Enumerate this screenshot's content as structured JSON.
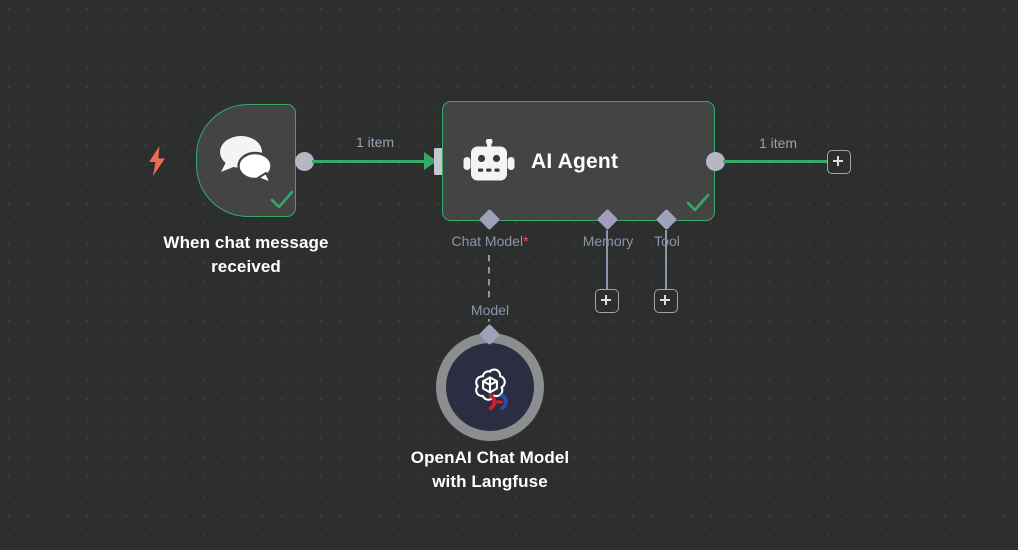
{
  "canvas": {
    "background_color": "#2d2e2e",
    "grid_dot_color": "#3b3c3c",
    "accent_success": "#36a96a",
    "connector_color": "#8f94ab",
    "required_marker_color": "#ff4d4d"
  },
  "nodes": {
    "trigger": {
      "label": "When chat message\nreceived",
      "icon": "chat-bubbles-icon",
      "trigger_icon": "lightning-bolt-icon",
      "status_icon": "check-icon",
      "border_color": "#36a96a",
      "body_color": "#444444"
    },
    "agent": {
      "title": "AI Agent",
      "icon": "robot-icon",
      "status_icon": "check-icon",
      "border_color": "#36a96a",
      "body_color": "#444444"
    },
    "model": {
      "label": "OpenAI Chat Model\nwith Langfuse",
      "icon": "openai-logo-icon",
      "badge_icon": "langfuse-magnet-icon",
      "ring_color": "#8b8d8f",
      "body_color": "#2b2e42"
    }
  },
  "connections": {
    "trigger_to_agent": {
      "label": "1 item",
      "color": "#36a96a"
    },
    "agent_to_next": {
      "label": "1 item",
      "color": "#36a96a"
    },
    "model_to_agent": {
      "label": "Model",
      "style": "dashed"
    }
  },
  "sub_ports": [
    {
      "label": "Chat Model",
      "required": true,
      "required_marker": "*"
    },
    {
      "label": "Memory",
      "required": false,
      "required_marker": ""
    },
    {
      "label": "Tool",
      "required": false,
      "required_marker": ""
    }
  ],
  "add_buttons": {
    "main_label": "+",
    "memory_label": "+",
    "tool_label": "+"
  }
}
